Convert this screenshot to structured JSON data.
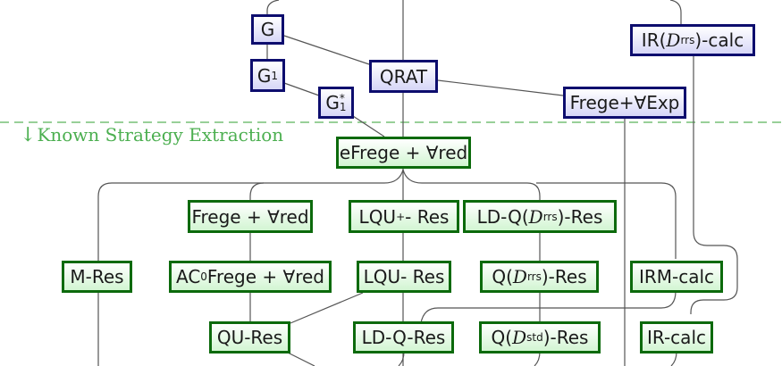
{
  "separator": {
    "label": "Known Strategy Extraction",
    "arrow_icon": "↓",
    "color": "#5bb55b"
  },
  "colors": {
    "blue_border": "#0d0d6e",
    "blue_fill": "#d6d6f7",
    "green_border": "#0c6a0c",
    "green_fill": "#d2f5d2",
    "edge": "#555555"
  },
  "nodes": {
    "G": {
      "base": "G",
      "sub": "",
      "sup": "",
      "group": "above"
    },
    "G1": {
      "base": "G",
      "sub": "1",
      "sup": "",
      "group": "above"
    },
    "G1star": {
      "base": "G",
      "sub": "1",
      "sup": "*",
      "group": "above"
    },
    "QRAT": {
      "base": "QRAT",
      "group": "above"
    },
    "FregeExp": {
      "text": "Frege+∀Exp",
      "group": "above"
    },
    "IRrrs": {
      "pre": "IR(",
      "cal": "D",
      "sup": "rrs",
      "post": ")-calc",
      "group": "above"
    },
    "eFrege": {
      "text": "eFrege + ∀red",
      "group": "below"
    },
    "Frege": {
      "text": "Frege + ∀red",
      "group": "below"
    },
    "LQUplus": {
      "pre": "LQU",
      "sup": "+",
      "post": "- Res",
      "group": "below"
    },
    "LDQrrs": {
      "pre": "LD-Q(",
      "cal": "D",
      "sup": "rrs",
      "post": ")-Res",
      "group": "below"
    },
    "MRes": {
      "text": "M-Res",
      "group": "below"
    },
    "AC0Frege": {
      "pre": "AC",
      "sub": "0",
      "post": "Frege + ∀red",
      "group": "below"
    },
    "LQURes": {
      "text": "LQU- Res",
      "group": "below"
    },
    "Qrrs": {
      "pre": "Q(",
      "cal": "D",
      "sup": "rrs",
      "post": ")-Res",
      "group": "below"
    },
    "IRMcalc": {
      "text": "IRM-calc",
      "group": "below"
    },
    "QURes": {
      "text": "QU-Res",
      "group": "below"
    },
    "LDQRes": {
      "text": "LD-Q-Res",
      "group": "below"
    },
    "Qstd": {
      "pre": "Q(",
      "cal": "D",
      "sup": "std",
      "post": ")-Res",
      "group": "below"
    },
    "IRcalc": {
      "text": "IR-calc",
      "group": "below"
    }
  }
}
